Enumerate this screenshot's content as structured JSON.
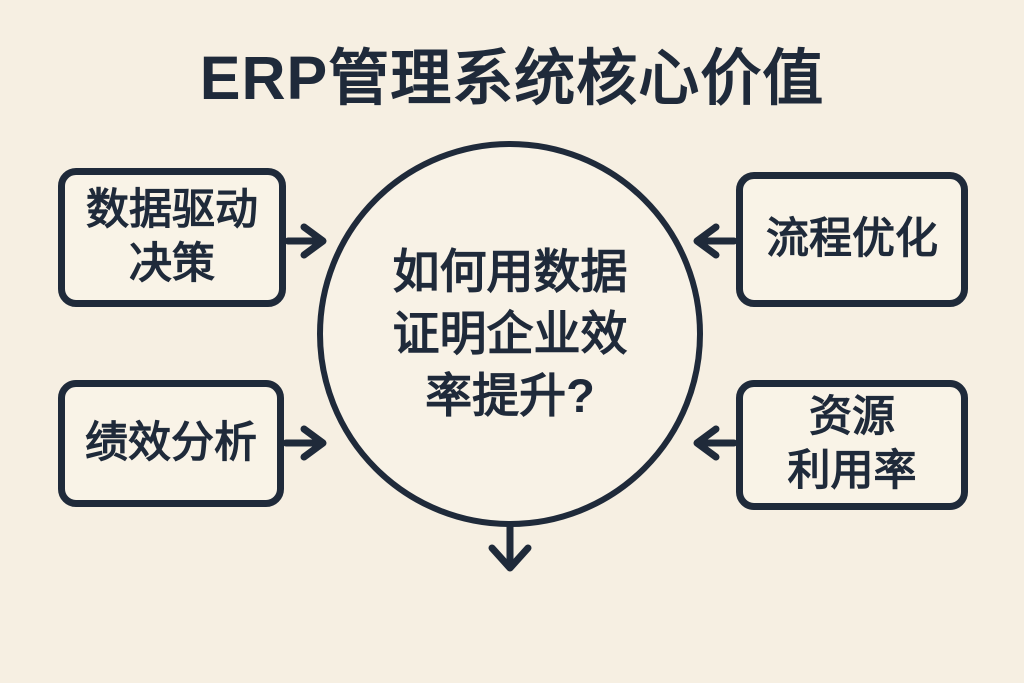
{
  "title": "ERP管理系统核心价值",
  "center": {
    "question": "如何用数据\n证明企业效\n率提升?"
  },
  "boxes": [
    {
      "id": "data-driven-decision",
      "label": "数据驱动\n决策"
    },
    {
      "id": "performance-analysis",
      "label": "绩效分析"
    },
    {
      "id": "process-optimization",
      "label": "流程优化"
    },
    {
      "id": "resource-utilization",
      "label": "资源\n利用率"
    }
  ],
  "arrows": [
    {
      "name": "data-driven-decision-to-circle",
      "direction": "right"
    },
    {
      "name": "performance-analysis-to-circle",
      "direction": "right"
    },
    {
      "name": "process-optimization-to-circle",
      "direction": "left"
    },
    {
      "name": "resource-utilization-to-circle",
      "direction": "left"
    },
    {
      "name": "circle-output",
      "direction": "down"
    }
  ],
  "colors": {
    "background": "#f6efe2",
    "box_fill": "#f9f3e7",
    "ink": "#1f2a3a"
  }
}
